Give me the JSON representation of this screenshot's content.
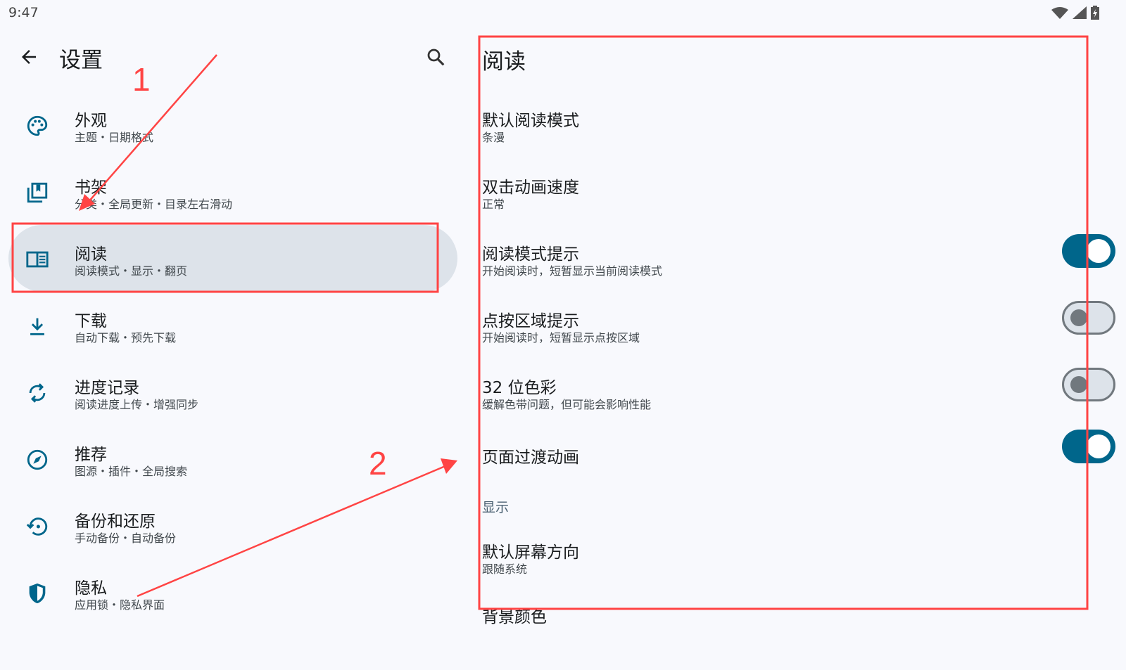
{
  "status": {
    "time": "9:47"
  },
  "header": {
    "title": "设置"
  },
  "sidebar": {
    "items": [
      {
        "label": "外观",
        "sub": "主题・日期格式",
        "icon": "palette-icon"
      },
      {
        "label": "书架",
        "sub": "分类・全局更新・目录左右滑动",
        "icon": "library-icon"
      },
      {
        "label": "阅读",
        "sub": "阅读模式・显示・翻页",
        "icon": "chrome-reader-icon"
      },
      {
        "label": "下载",
        "sub": "自动下载・预先下载",
        "icon": "download-icon"
      },
      {
        "label": "进度记录",
        "sub": "阅读进度上传・增强同步",
        "icon": "sync-icon"
      },
      {
        "label": "推荐",
        "sub": "图源・插件・全局搜索",
        "icon": "explore-icon"
      },
      {
        "label": "备份和还原",
        "sub": "手动备份・自动备份",
        "icon": "restore-icon"
      },
      {
        "label": "隐私",
        "sub": "应用锁・隐私界面",
        "icon": "shield-icon"
      }
    ]
  },
  "detail": {
    "title": "阅读",
    "prefs": [
      {
        "label": "默认阅读模式",
        "sub": "条漫"
      },
      {
        "label": "双击动画速度",
        "sub": "正常"
      },
      {
        "label": "阅读模式提示",
        "sub": "开始阅读时，短暂显示当前阅读模式",
        "on": true
      },
      {
        "label": "点按区域提示",
        "sub": "开始阅读时，短暂显示点按区域",
        "on": false
      },
      {
        "label": "32 位色彩",
        "sub": "缓解色带问题，但可能会影响性能",
        "on": false
      },
      {
        "label": "页面过渡动画",
        "on": true
      }
    ],
    "category": "显示",
    "prefs2": [
      {
        "label": "默认屏幕方向",
        "sub": "跟随系统"
      },
      {
        "label": "背景颜色"
      }
    ]
  },
  "annotations": {
    "label1": "1",
    "label2": "2",
    "color": "#ff4444"
  },
  "colors": {
    "accent": "#00668b",
    "selected": "#dde3ea"
  }
}
